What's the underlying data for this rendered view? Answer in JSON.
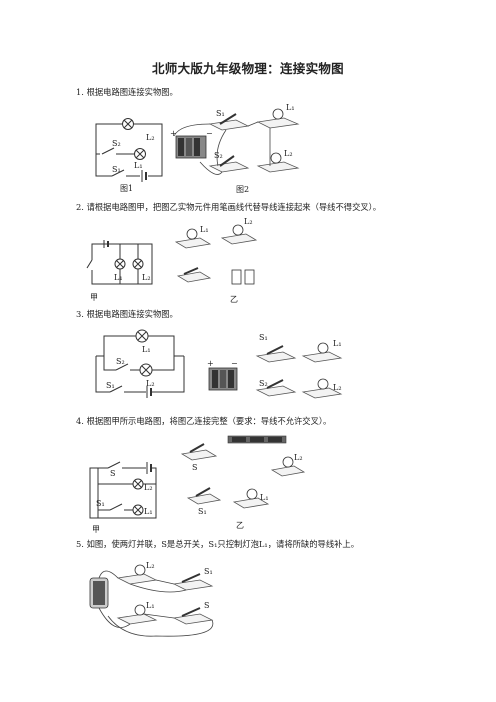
{
  "title": "北师大版九年级物理：连接实物图",
  "questions": [
    {
      "number": "1.",
      "text": "根据电路图连接实物图。"
    },
    {
      "number": "2.",
      "text": "请根据电路图甲，把图乙实物元件用笔画线代替导线连接起来（导线不得交叉）。"
    },
    {
      "number": "3.",
      "text": "根据电路图连接实物图。"
    },
    {
      "number": "4.",
      "text": "根据图甲所示电路图，将图乙连接完整（要求：导线不允许交叉）。"
    },
    {
      "number": "5.",
      "text": "如图，使两灯并联，S是总开关，S₁只控制灯泡L₁，请将所缺的导线补上。"
    }
  ],
  "labels": {
    "fig1": "图1",
    "fig2": "图2",
    "jia": "甲",
    "yi": "乙",
    "L1": "L₁",
    "L2": "L₂",
    "S": "S",
    "S1": "S₁",
    "S2": "S₂",
    "plus": "+",
    "minus": "−"
  }
}
